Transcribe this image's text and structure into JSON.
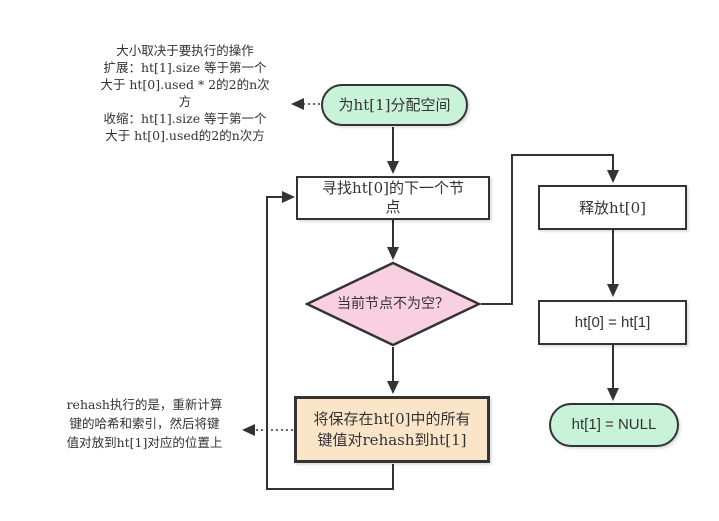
{
  "colors": {
    "terminal_fill": "#c8f3d8",
    "decision_fill": "#f9cfe2",
    "highlight_fill": "#fbe5c8",
    "process_fill": "#ffffff",
    "stroke": "#333333",
    "text": "#333333"
  },
  "annotations": {
    "size_note": "大小取决于要执行的操作\n扩展：ht[1].size 等于第一个\n大于 ht[0].used * 2的2的n次\n方\n收缩：ht[1].size 等于第一个\n大于 ht[0].used的2的n次方",
    "rehash_note": "rehash执行的是，重新计算\n键的哈希和索引，然后将键\n值对放到ht[1]对应的位置上"
  },
  "nodes": {
    "allocate": {
      "label": "为ht[1]分配空间"
    },
    "find_next": {
      "label": "寻找ht[0]的下一个节\n点"
    },
    "decision": {
      "label": "当前节点不为空？"
    },
    "rehash": {
      "label": "将保存在ht[0]中的所有\n键值对rehash到ht[1]"
    },
    "release": {
      "label": "释放ht[0]"
    },
    "assign": {
      "label": "ht[0] = ht[1]"
    },
    "set_null": {
      "label": "ht[1] = NULL"
    }
  }
}
